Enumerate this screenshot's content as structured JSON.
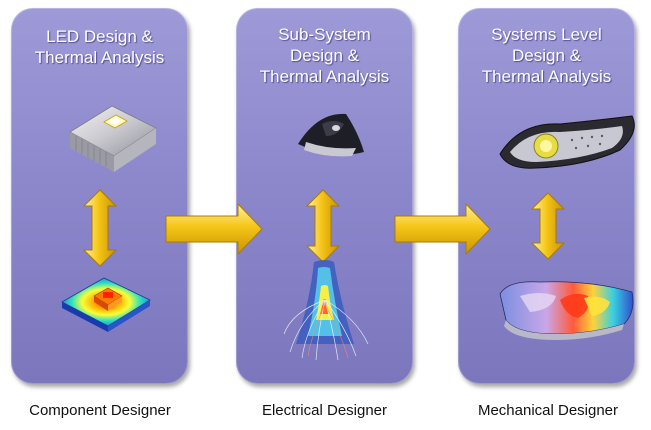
{
  "panels": [
    {
      "title_lines": [
        "LED Design &",
        "Thermal Analysis"
      ],
      "footer": "Component Designer"
    },
    {
      "title_lines": [
        "Sub-System",
        "Design &",
        "Thermal Analysis"
      ],
      "footer": "Electrical Designer"
    },
    {
      "title_lines": [
        "Systems Level",
        "Design &",
        "Thermal Analysis"
      ],
      "footer": "Mechanical Designer"
    }
  ],
  "colors": {
    "panel": "#8d88cc",
    "arrow": "#f2c21b",
    "arrow_edge": "#b98b00",
    "text_light": "#ffffff",
    "text_dark": "#111111"
  },
  "icons": [
    "led-heatsink-icon",
    "led-thermal-map-icon",
    "lamp-housing-icon",
    "airflow-plume-icon",
    "headlamp-icon",
    "headlamp-thermal-map-icon"
  ]
}
